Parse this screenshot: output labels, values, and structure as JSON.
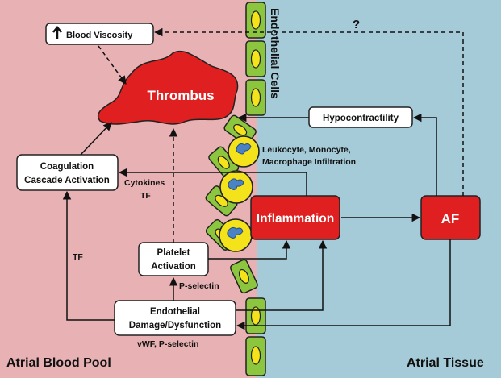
{
  "regions": {
    "left": "Atrial Blood Pool",
    "right": "Atrial Tissue"
  },
  "vertical_label": "Endothelial Cells",
  "nodes": {
    "blood_viscosity": "Blood Viscosity",
    "thrombus": "Thrombus",
    "coagulation_line1": "Coagulation",
    "coagulation_line2": "Cascade Activation",
    "hypocontractility": "Hypocontractility",
    "inflammation": "Inflammation",
    "af": "AF",
    "platelet_line1": "Platelet",
    "platelet_line2": "Activation",
    "endothelial_line1": "Endothelial",
    "endothelial_line2": "Damage/Dysfunction"
  },
  "annotations": {
    "question_mark": "?",
    "leukocyte_line1": "Leukocyte, Monocyte,",
    "leukocyte_line2": "Macrophage Infiltration",
    "cytokines": "Cytokines",
    "tf_under_cytokines": "TF",
    "tf_left": "TF",
    "p_selectin": "P-selectin",
    "vwf_p_selectin": "vWF, P-selectin"
  },
  "colors": {
    "blood_pool_bg": "#e8b2b4",
    "tissue_bg": "#a5cbd9",
    "red_node": "#e02020",
    "cell_green": "#8cc63f",
    "cell_yellow": "#f4e31a",
    "nucleus_blue": "#4a82c6"
  }
}
